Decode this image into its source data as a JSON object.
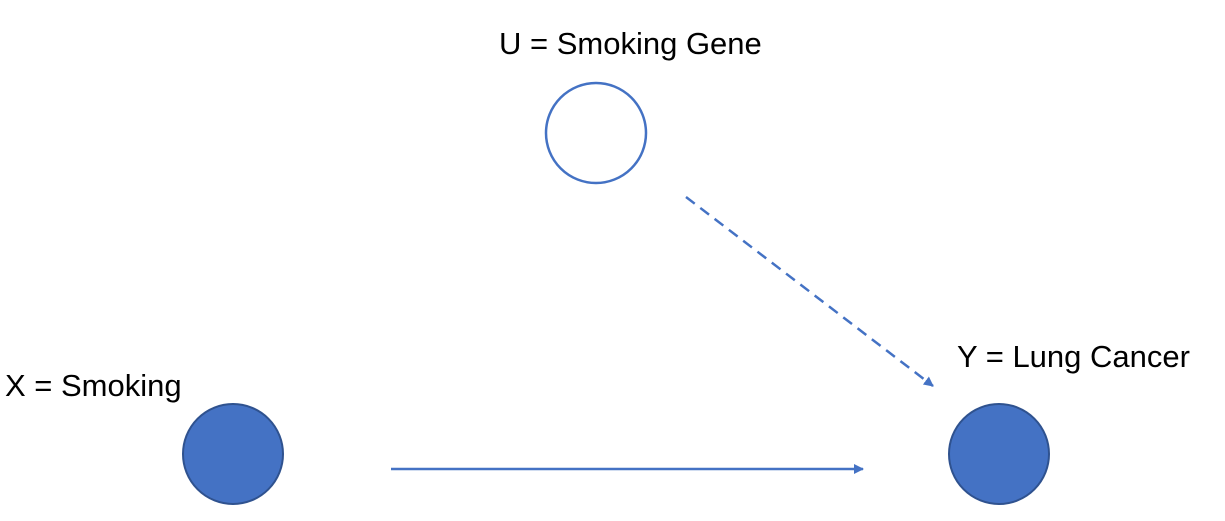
{
  "nodes": {
    "u": {
      "label": "U = Smoking Gene",
      "filled": false
    },
    "x": {
      "label": "X = Smoking",
      "filled": true
    },
    "y": {
      "label": "Y = Lung Cancer",
      "filled": true
    }
  },
  "edges": [
    {
      "from": "x",
      "to": "y",
      "style": "solid"
    },
    {
      "from": "u",
      "to": "y",
      "style": "dashed"
    }
  ],
  "colors": {
    "node_fill": "#4472c4",
    "node_stroke": "#2f528f",
    "edge": "#4472c4",
    "text": "#000000"
  }
}
